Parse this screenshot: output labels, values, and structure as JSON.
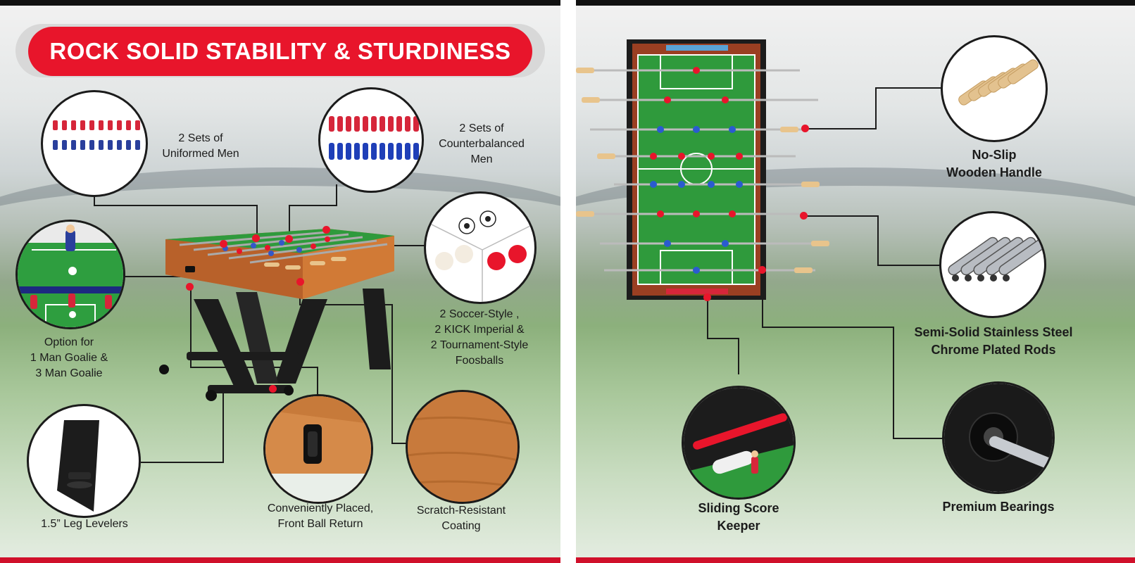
{
  "left_panel": {
    "banner": "ROCK SOLID STABILITY & STURDINESS",
    "features": [
      {
        "id": "uniformed",
        "text": "2 Sets of\nUniformed Men"
      },
      {
        "id": "counterbalanced",
        "text": "2 Sets of\nCounterbalanced\nMen"
      },
      {
        "id": "goalie",
        "text": "Option for\n1 Man Goalie &\n3 Man Goalie"
      },
      {
        "id": "balls",
        "text": "2 Soccer-Style ,\n2 KICK Imperial &\n2 Tournament-Style\nFoosballs"
      },
      {
        "id": "levelers",
        "text": "1.5” Leg Levelers"
      },
      {
        "id": "ballreturn",
        "text": "Conveniently Placed,\nFront Ball Return"
      },
      {
        "id": "coating",
        "text": "Scratch-Resistant\nCoating"
      }
    ]
  },
  "right_panel": {
    "features": [
      {
        "id": "handle",
        "text": "No-Slip\nWooden Handle"
      },
      {
        "id": "rods",
        "text": "Semi-Solid Stainless Steel\nChrome Plated Rods"
      },
      {
        "id": "scorekeeper",
        "text": "Sliding Score\nKeeper"
      },
      {
        "id": "bearings",
        "text": "Premium Bearings"
      }
    ]
  },
  "colors": {
    "accent_red": "#e8152b",
    "field_green": "#2f9a3c",
    "wood": "#c9702c",
    "line": "#1b1b1b"
  }
}
